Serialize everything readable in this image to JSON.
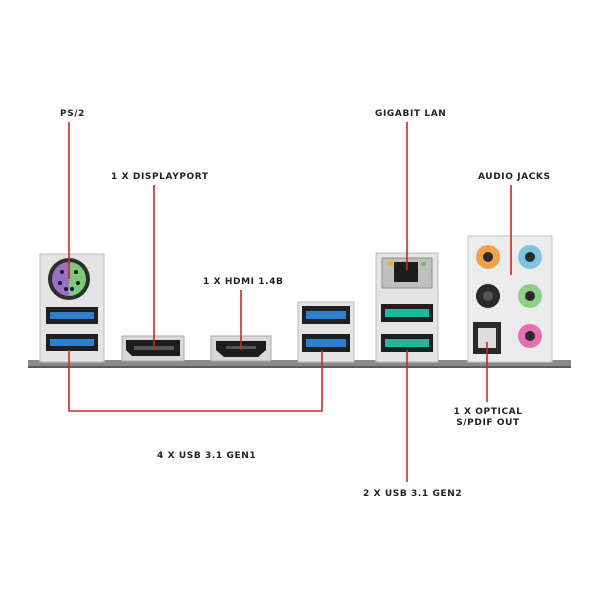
{
  "labels": {
    "ps2": "PS/2",
    "displayport": "1 X DISPLAYPORT",
    "hdmi": "1 X HDMI 1.4B",
    "gigabit_lan": "GIGABIT LAN",
    "audio_jacks": "AUDIO JACKS",
    "usb_gen1": "4 X USB 3.1 GEN1",
    "usb_gen2": "2 X USB 3.1 GEN2",
    "optical_line1": "1 X OPTICAL",
    "optical_line2": "S/PDIF OUT"
  },
  "colors": {
    "leader_line": "#c62828",
    "usb_gen1_blue": "#2f7fd1",
    "usb_gen2_teal": "#1fb89a",
    "ps2_purple": "#9a6fc4",
    "ps2_green": "#7dc97a",
    "audio_orange": "#f0a04b",
    "audio_blue": "#7ec4e0",
    "audio_black": "#2a2a2a",
    "audio_green": "#8ed08a",
    "audio_pink": "#e56fb0",
    "audio_gray": "#9a9a9a",
    "plate": "#7a7a7a"
  }
}
